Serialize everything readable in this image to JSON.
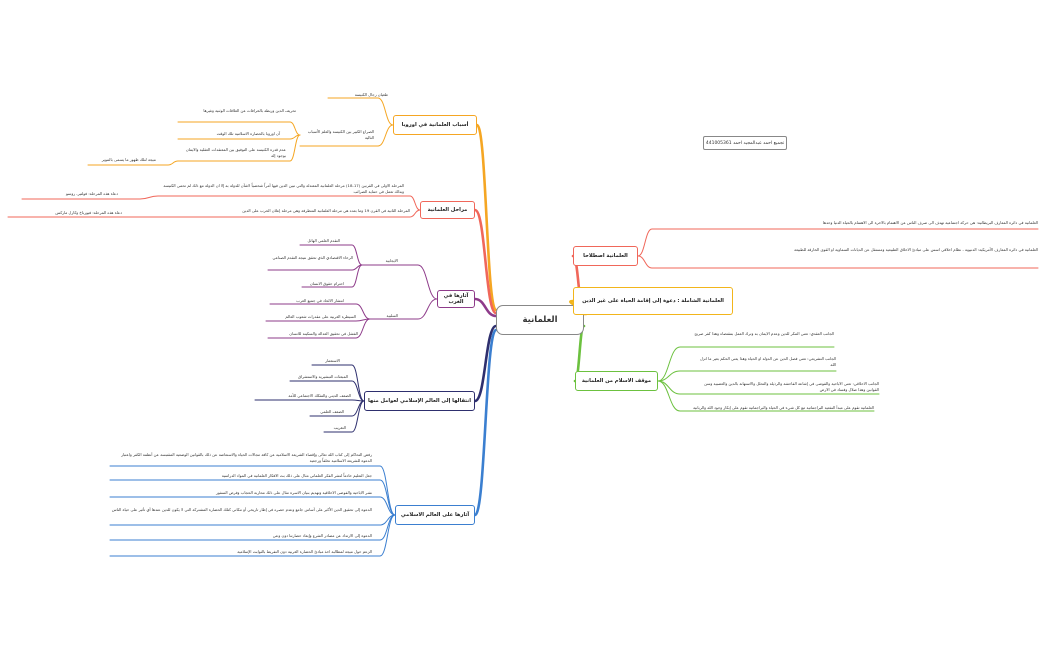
{
  "central": "العلمانية",
  "note": "تجميع احمد عبدالمجيد احمد  441005361",
  "colors": {
    "orange": "#f5a623",
    "red": "#f0675a",
    "yellow": "#f2b51b",
    "green": "#6cc13f",
    "purple": "#8e3b8a",
    "navy": "#2e2f6e",
    "blue": "#3b7fd0"
  },
  "right": {
    "definition": {
      "title": "العلمانية اصطلاحا",
      "items": [
        "العلمانية في دائرة المعارف البريطانية: هي حركة اجتماعية تهدف الى صرف الناس عن الاهتمام بالاخرة الى الاهتمام بالحياة الدنيا وحدها",
        "العلمانية في دائرة المعارف الأمريكية: الدنيوية ، نظام اخلاقي اسس على مبادئ الاخلاق الطبيعية ومستقل عن الديانات السماوية او القوى الخارقة للطبيعة"
      ]
    },
    "comprehensive": {
      "title": "العلمانية الشاملة : دعوة إلى إقامة الحياة على غير الدين"
    },
    "islam": {
      "title": "موقف الاسلام من العلمانية",
      "items": [
        "الجانب العقدي: تعني التنكر للدين وعدم الايمان به وترك العمل بمقتضاه وهذا كفر صريح",
        "الجانب التشريعي: تعني فصل الدين عن الدولة او الحياة وهذا يعني الحكم بغير ما انزل الله",
        "الجانب الاخلاقي: تعني الاباحية والفوضى في إشاعة الفاحشة والرذيلة والتحلل والاستهانة بالدين والعصبية وسن القوانين وهذا ضلال وفساد في الارض",
        "العلمانية تقوم على مبدأ النفعية البراجماتية مع كل شيء في الحياة والبراجماتية تقوم على إنكار وجود الله والربانية"
      ]
    }
  },
  "left": {
    "causes": {
      "title": "أسباب العلمانية في اوروبا",
      "items": [
        "طغيان رجال الكنيسة",
        "تحريف الدين وربطه بالخرافات عن العلاقات الوثنية وغيرها",
        "الصراع الكبير بين الكنيسة والعلم الأسباب التالية",
        "آن اوروبا بالحضارة الاسلامية تلك الوقت",
        "عدم قدرة الكنيسة على التوفيق بين المعتقدات العقلية والايمان بوجود إله",
        "نتيجة لتلك ظهور ما يسمى بالتنوير"
      ]
    },
    "stages": {
      "title": "مراحل العلمانية",
      "items": [
        "المرحلة الاولى في القرنين (17-18) مرحلة العلمانية المعتدلة والتي تبين الدين فيها أمراً شخصياً لاشأن للدولة به إلا ان الدولة مع ذلك لم تحمي الكنيسة وبذلك تعمل في حماية الضرائب",
        "دعاة هذه المرحلة: فولتير، روسو",
        "المرحلة الثانية في القرن 19 وما بعده هي مرحلة العلمانية المتطرفة وهي مرحلة إعلان الحرب على الدين",
        "دعاة هذه المرحلة: فيورباخ وكارل ماركس"
      ]
    },
    "west": {
      "title": "آثارها في الغرب",
      "positive": "الايجابية",
      "positive_items": [
        "التقدم العلمي الهائل",
        "الرخاء الاقتصادي الذي تحقق نتيجة التقدم الصناعي",
        "احترام حقوق الانسان"
      ],
      "negative": "السلبية",
      "negative_items": [
        "انتشار الالحاد في جميع الغرب",
        "السيطرة الغربية على مقدرات شعوب العالم",
        "الفشل في تحقيق العدالة والسكينة للانسان"
      ]
    },
    "spread": {
      "title": "انتقالها إلى العالم الإسلامي لعوامل منها",
      "items": [
        "الاستعمار",
        "المبعثات التبشيرية والاستشراق",
        "الضعف الديني والتفكك الاجتماعي للأمة",
        "الضعف العلمي",
        "التغريب"
      ]
    },
    "effects": {
      "title": "آثارها على العالم الاسلامي",
      "items": [
        "رفض التحاكم إلى كتاب الله تعالى وإقصاء الشريعة الاسلامية عن كافة مجالات الحياة والاستعاضة عن ذلك بالقوانين الوضعية المقتبسة عن أنظمة الكفر واعتبار الدعوة للشريعة الاسلامية تخلفاً ورجعية",
        "جعل التعليم خادماً لنشر الفكر العلماني مثال على ذلك بث الافكار العلمانية في المواد الدراسية",
        "نشر الاباحية والفوضى الاخلاقية وتهديم بنيان الاسرة مثال على ذلك محاربة الحجاب وفرض السفور",
        "الدعوة إلى تحقيق الدين الأكبر على أساس جامع وعدم حصره في إطار تاريخي أو مكاني كتلك الحضارة المشتركة التي لا يكون للدين عندها أي تأثير على حياة الناس",
        "الدعوة إلى الارتداد عن مصادر الشرع وإبعاد حضارتنا دون وعي",
        "الزعم حول نتيجة لمطالبة اخذ مبادئ الحضارة الغربية دون التفريط بالثوابت الإسلامية"
      ]
    }
  }
}
